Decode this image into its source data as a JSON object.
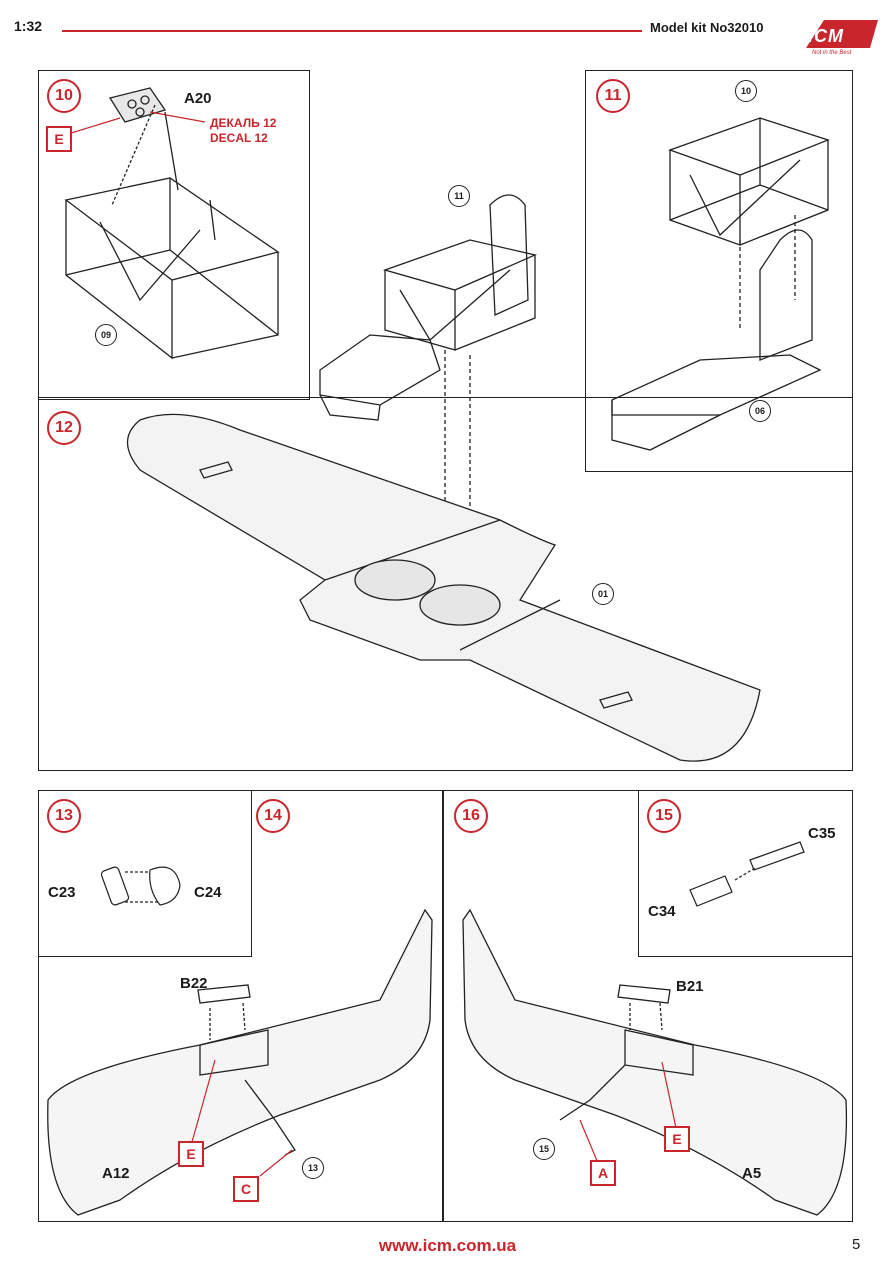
{
  "header": {
    "scale": "1:32",
    "kit": "Model kit No32010",
    "logo": {
      "text": "ICM",
      "tagline": "Not in the Best"
    }
  },
  "steps": {
    "s10": {
      "number": "10",
      "part_a20": "A20",
      "decal_ru": "ДЕКАЛЬ 12",
      "decal_en": "DECAL 12",
      "paint": "E",
      "sub": "09"
    },
    "s11": {
      "number": "11",
      "sub_top": "10",
      "sub_bottom": "06"
    },
    "s12": {
      "number": "12",
      "sub_11": "11",
      "sub_01": "01"
    },
    "s13": {
      "number": "13",
      "left_part": "C23",
      "right_part": "C24"
    },
    "s14": {
      "number": "14",
      "part_top": "B22",
      "part_fuselage": "A12",
      "paint_e": "E",
      "paint_c": "C",
      "sub": "13"
    },
    "s16": {
      "number": "16",
      "part_top": "B21",
      "part_fuselage": "A5",
      "paint_a": "A",
      "paint_e": "E",
      "sub": "15"
    },
    "s15": {
      "number": "15",
      "top_part": "C35",
      "bottom_part": "C34"
    }
  },
  "footer": {
    "url": "www.icm.com.ua",
    "page": "5"
  },
  "colors": {
    "accent": "#c8262c",
    "line": "#222222"
  }
}
